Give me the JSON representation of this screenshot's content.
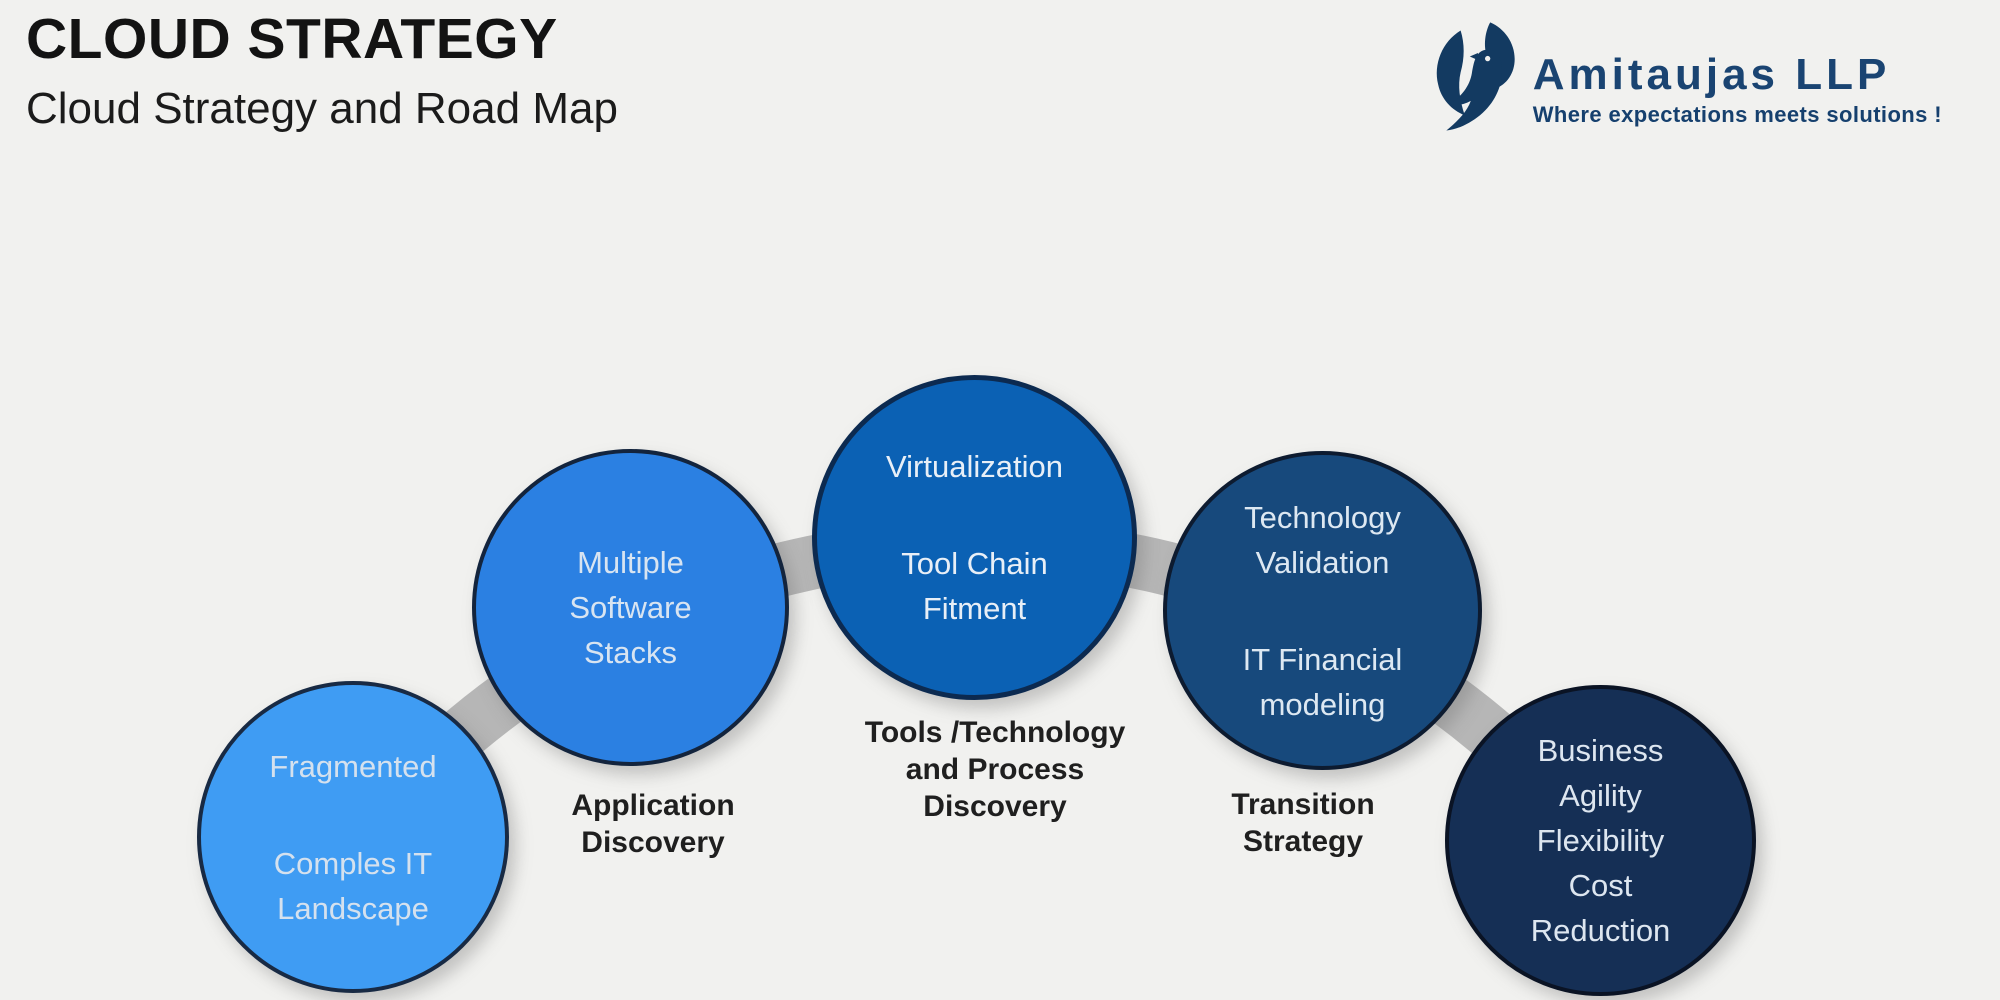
{
  "header": {
    "title": "CLOUD STRATEGY",
    "subtitle": "Cloud Strategy and Road Map"
  },
  "logo": {
    "name": "Amitaujas LLP",
    "tagline": "Where expectations meets solutions !",
    "brand_color": "#133a61"
  },
  "diagram": {
    "arc_color": "#b6b6b6",
    "background_color": "#f1f1ef",
    "stages": [
      {
        "name": "fragmented",
        "text_groups": [
          [
            "Fragmented"
          ],
          [
            "Comples IT",
            "Landscape"
          ]
        ],
        "caption_lines": [],
        "fill": "#3f9cf3",
        "border": "#182a44",
        "text_color": "#d5e1ee"
      },
      {
        "name": "multiple-software-stacks",
        "text_groups": [
          [
            "Multiple",
            "Software",
            "Stacks"
          ]
        ],
        "caption_lines": [
          "Application",
          "Discovery"
        ],
        "fill": "#2b80e2",
        "border": "#13243d",
        "text_color": "#d8e4f1"
      },
      {
        "name": "virtualization-tool-chain-fitment",
        "text_groups": [
          [
            "Virtualization"
          ],
          [
            "Tool Chain",
            "Fitment"
          ]
        ],
        "caption_lines": [
          "Tools /Technology",
          "and Process",
          "Discovery"
        ],
        "fill": "#0b61b4",
        "border": "#0c2a50",
        "text_color": "#e8eff7"
      },
      {
        "name": "technology-validation-it-financial-modeling",
        "text_groups": [
          [
            "Technology",
            "Validation"
          ],
          [
            "IT Financial",
            "modeling"
          ]
        ],
        "caption_lines": [
          "Transition",
          "Strategy"
        ],
        "fill": "#17497c",
        "border": "#0d1b30",
        "text_color": "#dde8f2"
      },
      {
        "name": "business-agility-flexibility-cost-reduction",
        "text_groups": [
          [
            "Business",
            "Agility",
            "Flexibility",
            "Cost",
            "Reduction"
          ]
        ],
        "caption_lines": [],
        "fill": "#152f55",
        "border": "#0a1324",
        "text_color": "#dde6f0"
      }
    ]
  }
}
